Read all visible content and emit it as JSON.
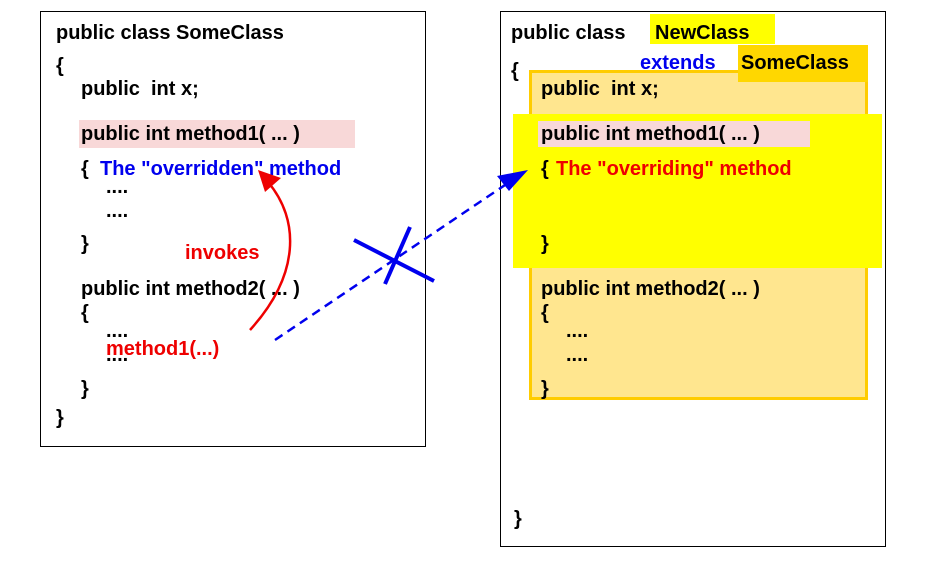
{
  "colors": {
    "blue": "#0000ee",
    "red": "#ee0000",
    "pink_highlight": "#f8d8d8",
    "yellow_highlight": "#ffff00",
    "gold_highlight": "#ffd700",
    "inherited_fill": "#ffe68f",
    "inherited_border": "#ffcc00"
  },
  "left": {
    "class_decl": "public class SomeClass",
    "open_brace": "{",
    "field": "public  int x;",
    "method1_sig": "public int method1( ... )",
    "method1_open": "{",
    "method1_comment": "The \"overridden\" method",
    "dots1": "....",
    "dots2": "....",
    "method1_close": "}",
    "method2_sig": "public int method2( ... )",
    "method2_open": "{",
    "dots3": "....",
    "dots4": "....",
    "call": "method1(...)",
    "method2_close": "}",
    "close_brace": "}"
  },
  "right": {
    "class_decl_prefix": "public class",
    "class_name": "NewClass",
    "open_brace": "{",
    "extends_kw": "extends",
    "parent_name": "SomeClass",
    "field": "public  int x;",
    "method1_sig": "public int method1( ... )",
    "method1_open": "{",
    "method1_comment": "The \"overriding\" method",
    "method1_close": "}",
    "method2_sig": "public int method2( ... )",
    "method2_open": "{",
    "dots1": "....",
    "dots2": "....",
    "method2_close": "}",
    "close_brace": "}"
  },
  "annotations": {
    "invokes": "invokes"
  }
}
